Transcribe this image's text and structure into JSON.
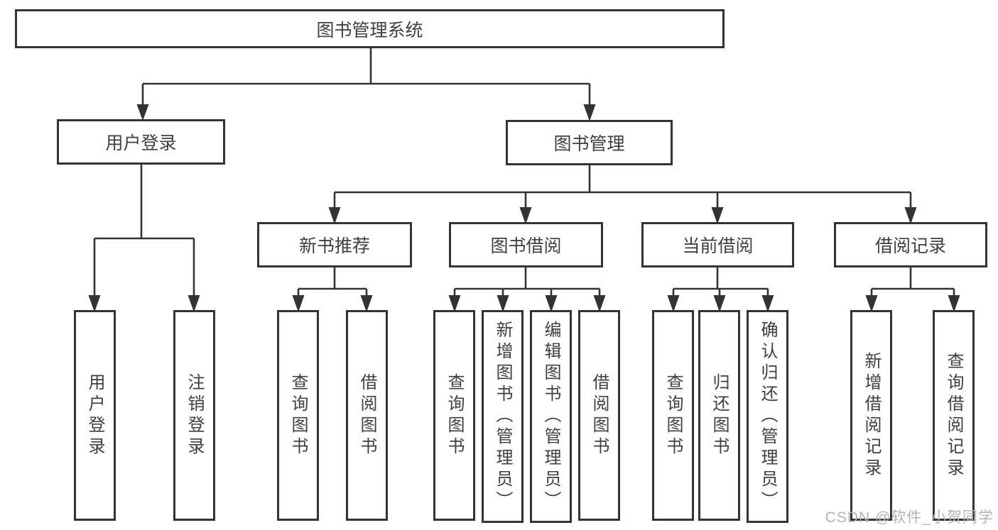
{
  "diagram": {
    "root": "图书管理系统",
    "branches": {
      "user_login": "用户登录",
      "book_management": "图书管理"
    },
    "modules": [
      "新书推荐",
      "图书借阅",
      "当前借阅",
      "借阅记录"
    ],
    "leaves": {
      "user_login": [
        "用户登录",
        "注销登录"
      ],
      "new_book_recommend": [
        "查询图书",
        "借阅图书"
      ],
      "book_borrow": [
        "查询图书",
        "新增图书（管理员）",
        "编辑图书（管理员）",
        "借阅图书"
      ],
      "current_borrow": [
        "查询图书",
        "归还图书",
        "确认归还（管理员）"
      ],
      "borrow_records": [
        "新增借阅记录",
        "查询借阅记录"
      ]
    }
  },
  "watermark": "CSDN @软件_小贺同学",
  "colors": {
    "line": "#333333",
    "text": "#3f3f3f",
    "box_background": "#ffffff",
    "watermark": "#b3b3b3",
    "background": "#ffffff"
  }
}
